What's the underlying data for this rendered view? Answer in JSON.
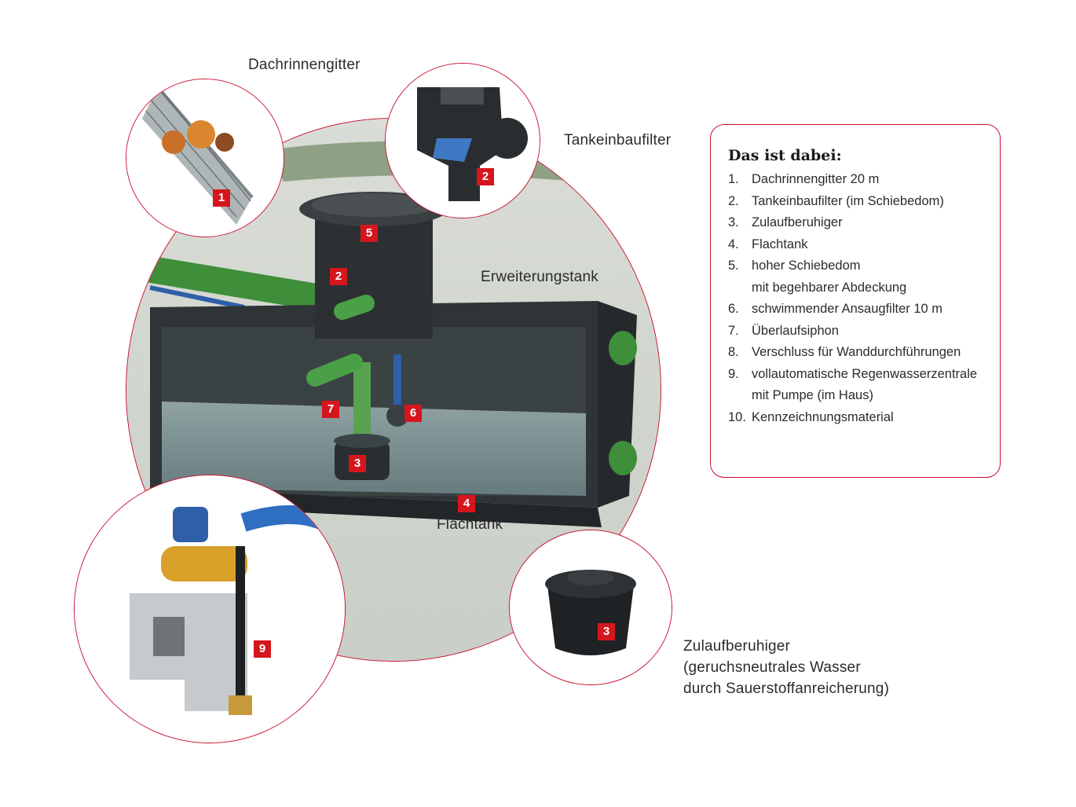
{
  "captions": {
    "dachrinnengitter": "Dachrinnengitter",
    "tankeinbaufilter": "Tankeinbaufilter",
    "erweiterungstank": "Erweiterungstank",
    "flachtank": "Flachtank",
    "zulaufberuhiger_line1": "Zulaufberuhiger",
    "zulaufberuhiger_line2": "(geruchsneutrales Wasser",
    "zulaufberuhiger_line3": "durch Sauerstoffanreicherung)"
  },
  "badges": {
    "b1": "1",
    "b2_filter": "2",
    "b5": "5",
    "b2_dome": "2",
    "b7": "7",
    "b6": "6",
    "b3_tank": "3",
    "b4": "4",
    "b3_circle": "3",
    "b9": "9"
  },
  "infobox": {
    "title": "Das ist dabei:",
    "items": [
      {
        "num": "1.",
        "text": "Dachrinnengitter 20 m",
        "cont": ""
      },
      {
        "num": "2.",
        "text": "Tankeinbaufilter (im Schiebedom)",
        "cont": ""
      },
      {
        "num": "3.",
        "text": "Zulaufberuhiger",
        "cont": ""
      },
      {
        "num": "4.",
        "text": "Flachtank",
        "cont": ""
      },
      {
        "num": "5.",
        "text": "hoher Schiebedom",
        "cont": "mit begehbarer Abdeckung"
      },
      {
        "num": "6.",
        "text": "schwimmender Ansaugfilter 10 m",
        "cont": ""
      },
      {
        "num": "7.",
        "text": "Überlaufsiphon",
        "cont": ""
      },
      {
        "num": "8.",
        "text": "Verschluss für Wanddurchführungen",
        "cont": ""
      },
      {
        "num": "9.",
        "text": "vollautomatische Regenwasserzentrale",
        "cont": "mit Pumpe (im Haus)"
      },
      {
        "num": "10.",
        "text": "Kennzeichnungsmaterial",
        "cont": ""
      }
    ]
  },
  "colors": {
    "accent_red": "#c8102e",
    "badge_red": "#d5161d",
    "pipe_green": "#3e8e3a",
    "tank_dark": "#2a2e30",
    "water": "#8fa7a8"
  }
}
